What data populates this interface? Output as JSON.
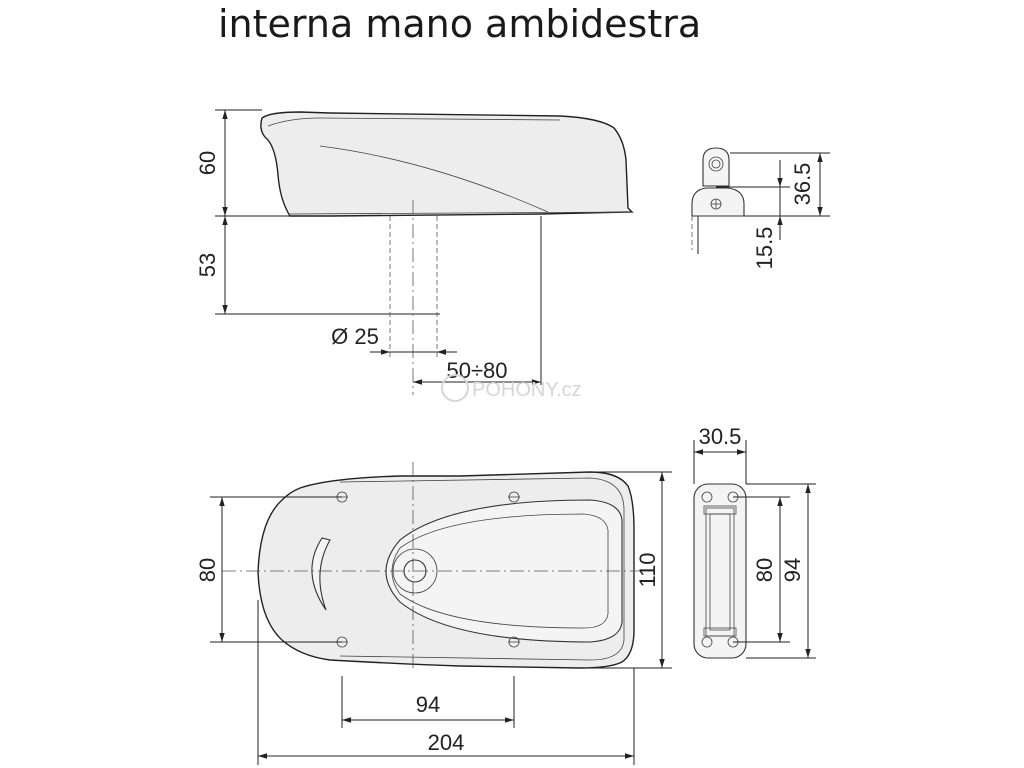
{
  "title": "interna mano ambidestra",
  "watermark": "POHONY.cz",
  "dimensions": {
    "side_height_top": "60",
    "side_height_bottom": "53",
    "cylinder_diameter": "Ø 25",
    "backset": "50÷80",
    "bolt_upper": "36.5",
    "bolt_lower": "15.5",
    "width": "30.5",
    "hole_spacing_vertical": "80",
    "total_height": "110",
    "hole_spacing_right": "80",
    "plate_height": "94",
    "hole_spacing_horizontal": "94",
    "total_length": "204"
  },
  "colors": {
    "line": "#222222",
    "body_fill": "#ededed",
    "watermark": "#d6d6d6"
  }
}
